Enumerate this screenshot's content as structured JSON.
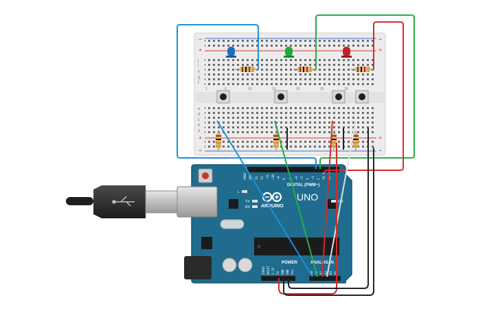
{
  "board": {
    "aref": "AREF",
    "gnd": "GND",
    "digital_label": "DIGITAL (PWM~)",
    "brand": "ARDUINO",
    "model": "UNO",
    "tx": "TX",
    "rx": "RX",
    "led_l": "L",
    "on": "ON",
    "power_label": "POWER",
    "analog_label": "ANALOG IN",
    "power_pins": [
      "IOREF",
      "RESET",
      "3.3V",
      "5V",
      "GND",
      "GND",
      "Vin"
    ],
    "analog_pins": [
      "A0",
      "A1",
      "A2",
      "A3",
      "A4",
      "A5"
    ],
    "digital_pins": [
      "13",
      "12",
      "~11",
      "~10",
      "~9",
      "8",
      "7",
      "~6",
      "~5",
      "4",
      "~3",
      "2",
      "TX 1",
      "RX 0"
    ]
  },
  "breadboard": {
    "plus": "+",
    "minus": "−",
    "rows_top": [
      "j",
      "i",
      "h",
      "g",
      "f"
    ],
    "rows_bottom": [
      "e",
      "d",
      "c",
      "b",
      "a"
    ],
    "columns": [
      "1",
      "5",
      "10",
      "15",
      "20",
      "25",
      "30"
    ]
  },
  "components": {
    "leds": [
      {
        "name": "blue-led",
        "color": "#1f6fb8"
      },
      {
        "name": "green-led",
        "color": "#22a83a"
      },
      {
        "name": "red-led",
        "color": "#c0202a"
      }
    ],
    "wire_colors": {
      "blue": "#1f8fd6",
      "green": "#2ea84a",
      "red": "#d62b2b",
      "black": "#222222",
      "white": "#f4f4f4"
    }
  }
}
